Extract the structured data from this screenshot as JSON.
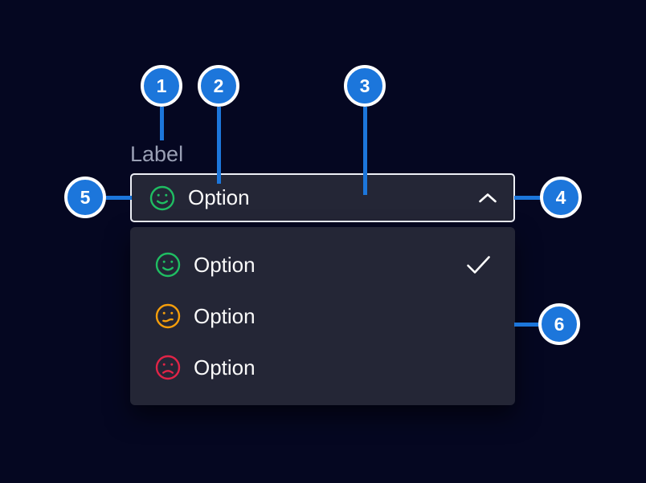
{
  "colors": {
    "background": "#050721",
    "surface": "#242636",
    "field_border": "#eef0f6",
    "accent_blue": "#1c76db",
    "text_primary": "#fafafa",
    "text_label": "#9aa0b5",
    "green": "#1fbd62",
    "orange": "#f59e0b",
    "red": "#e02447",
    "white": "#ffffff"
  },
  "component": {
    "label": "Label",
    "field": {
      "value": "Option",
      "value_icon": "happy-face-icon",
      "chevron_icon": "chevron-up-icon"
    },
    "menu": {
      "items": [
        {
          "label": "Option",
          "icon": "happy-face-icon",
          "icon_color": "#1fbd62",
          "selected": true
        },
        {
          "label": "Option",
          "icon": "meh-face-icon",
          "icon_color": "#f59e0b",
          "selected": false
        },
        {
          "label": "Option",
          "icon": "sad-face-icon",
          "icon_color": "#e02447",
          "selected": false
        }
      ],
      "selected_indicator_icon": "check-icon"
    }
  },
  "annotations": {
    "badges": [
      {
        "number": "1"
      },
      {
        "number": "2"
      },
      {
        "number": "3"
      },
      {
        "number": "4"
      },
      {
        "number": "5"
      },
      {
        "number": "6"
      }
    ]
  }
}
